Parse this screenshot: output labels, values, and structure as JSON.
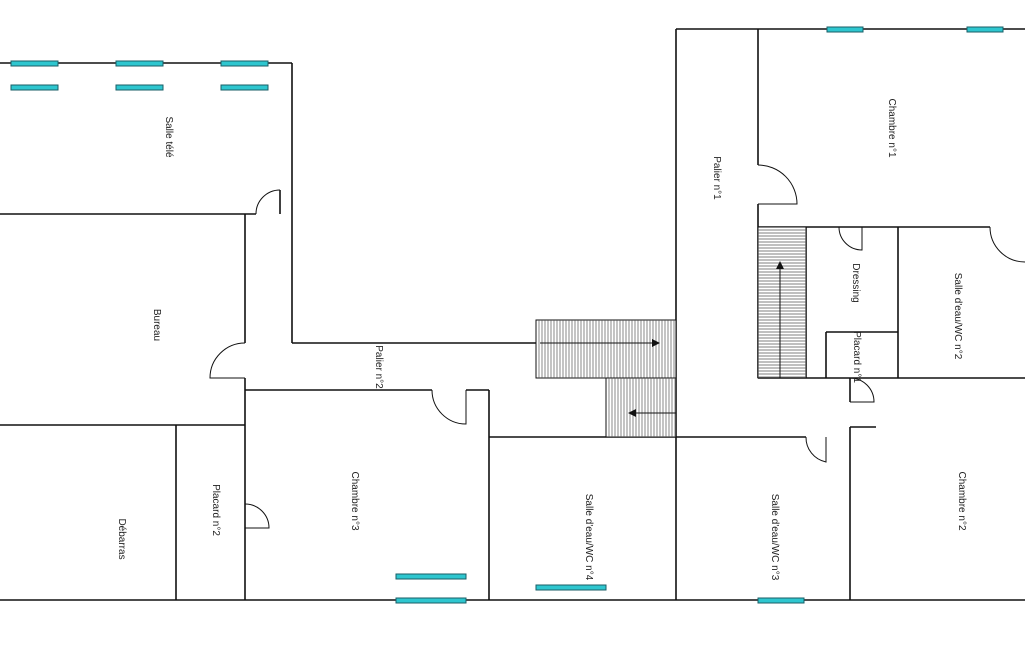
{
  "colors": {
    "walls": "#111111",
    "windows": "#2ec6cf",
    "background": "#ffffff"
  },
  "rooms": {
    "salle_tele": "Salle télé",
    "bureau": "Bureau",
    "palier_2": "Palier n°2",
    "debarras": "Débarras",
    "placard_2": "Placard n°2",
    "chambre_3": "Chambre n°3",
    "salle_eau_4": "Salle d'eau/WC n°4",
    "salle_eau_3": "Salle d'eau/WC n°3",
    "chambre_2": "Chambre n°2",
    "palier_1": "Palier n°1",
    "chambre_1": "Chambre n°1",
    "dressing": "Dressing",
    "placard_1": "Placard n°1",
    "salle_eau_2": "Salle d'eau/WC n°2"
  }
}
